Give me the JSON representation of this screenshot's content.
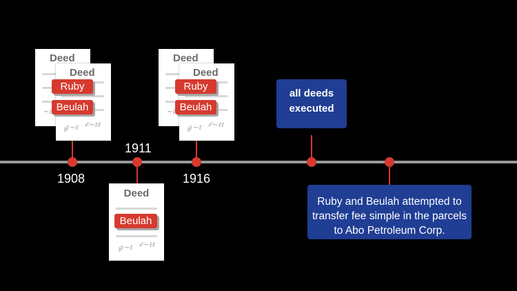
{
  "events": {
    "e1908": {
      "year": "1908",
      "doc_title": "Deed",
      "doc_title_back": "Deed",
      "name1": "Ruby",
      "name2": "Beulah"
    },
    "e1911": {
      "year": "1911",
      "doc_title": "Deed",
      "name": "Beulah"
    },
    "e1916": {
      "year": "1916",
      "doc_title": "Deed",
      "doc_title_back": "Deed",
      "name1": "Ruby",
      "name2": "Beulah"
    }
  },
  "callout_executed": "all deeds executed",
  "callout_transfer": "Ruby and Beulah attempted to transfer fee simple in the parcels to Abo Petroleum Corp.",
  "colors": {
    "accent_red": "#d63a2f",
    "box_blue": "#1f3e94",
    "line_gray": "#9a9a9a",
    "background": "#000000"
  }
}
